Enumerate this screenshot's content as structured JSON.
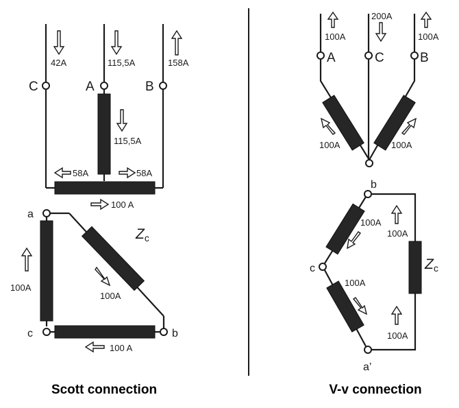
{
  "scott": {
    "caption": "Scott connection",
    "terminals": {
      "C": "C",
      "A": "A",
      "B": "B",
      "a": "a",
      "b": "b",
      "c": "c"
    },
    "currents": {
      "c_line": "42A",
      "a_line": "115,5A",
      "b_line": "158A",
      "teaser": "115,5A",
      "main_left": "58A",
      "main_right": "58A",
      "main_secondary": "100 A",
      "left_secondary": "100A",
      "load": "100A",
      "bottom_secondary": "100 A"
    },
    "load_label": "Z",
    "load_sub": "c"
  },
  "vv": {
    "caption": "V-v connection",
    "terminals": {
      "A": "A",
      "C": "C",
      "B": "B",
      "b": "b",
      "c": "c",
      "a2": "a’"
    },
    "currents": {
      "a_line": "100A",
      "c_line": "200A",
      "b_line": "100A",
      "left_primary": "100A",
      "right_primary": "100A",
      "upper_secondary": "100A",
      "upper_right": "100A",
      "lower_secondary": "100A",
      "lower_right": "100A"
    },
    "load_label": "Z",
    "load_sub": "c"
  }
}
